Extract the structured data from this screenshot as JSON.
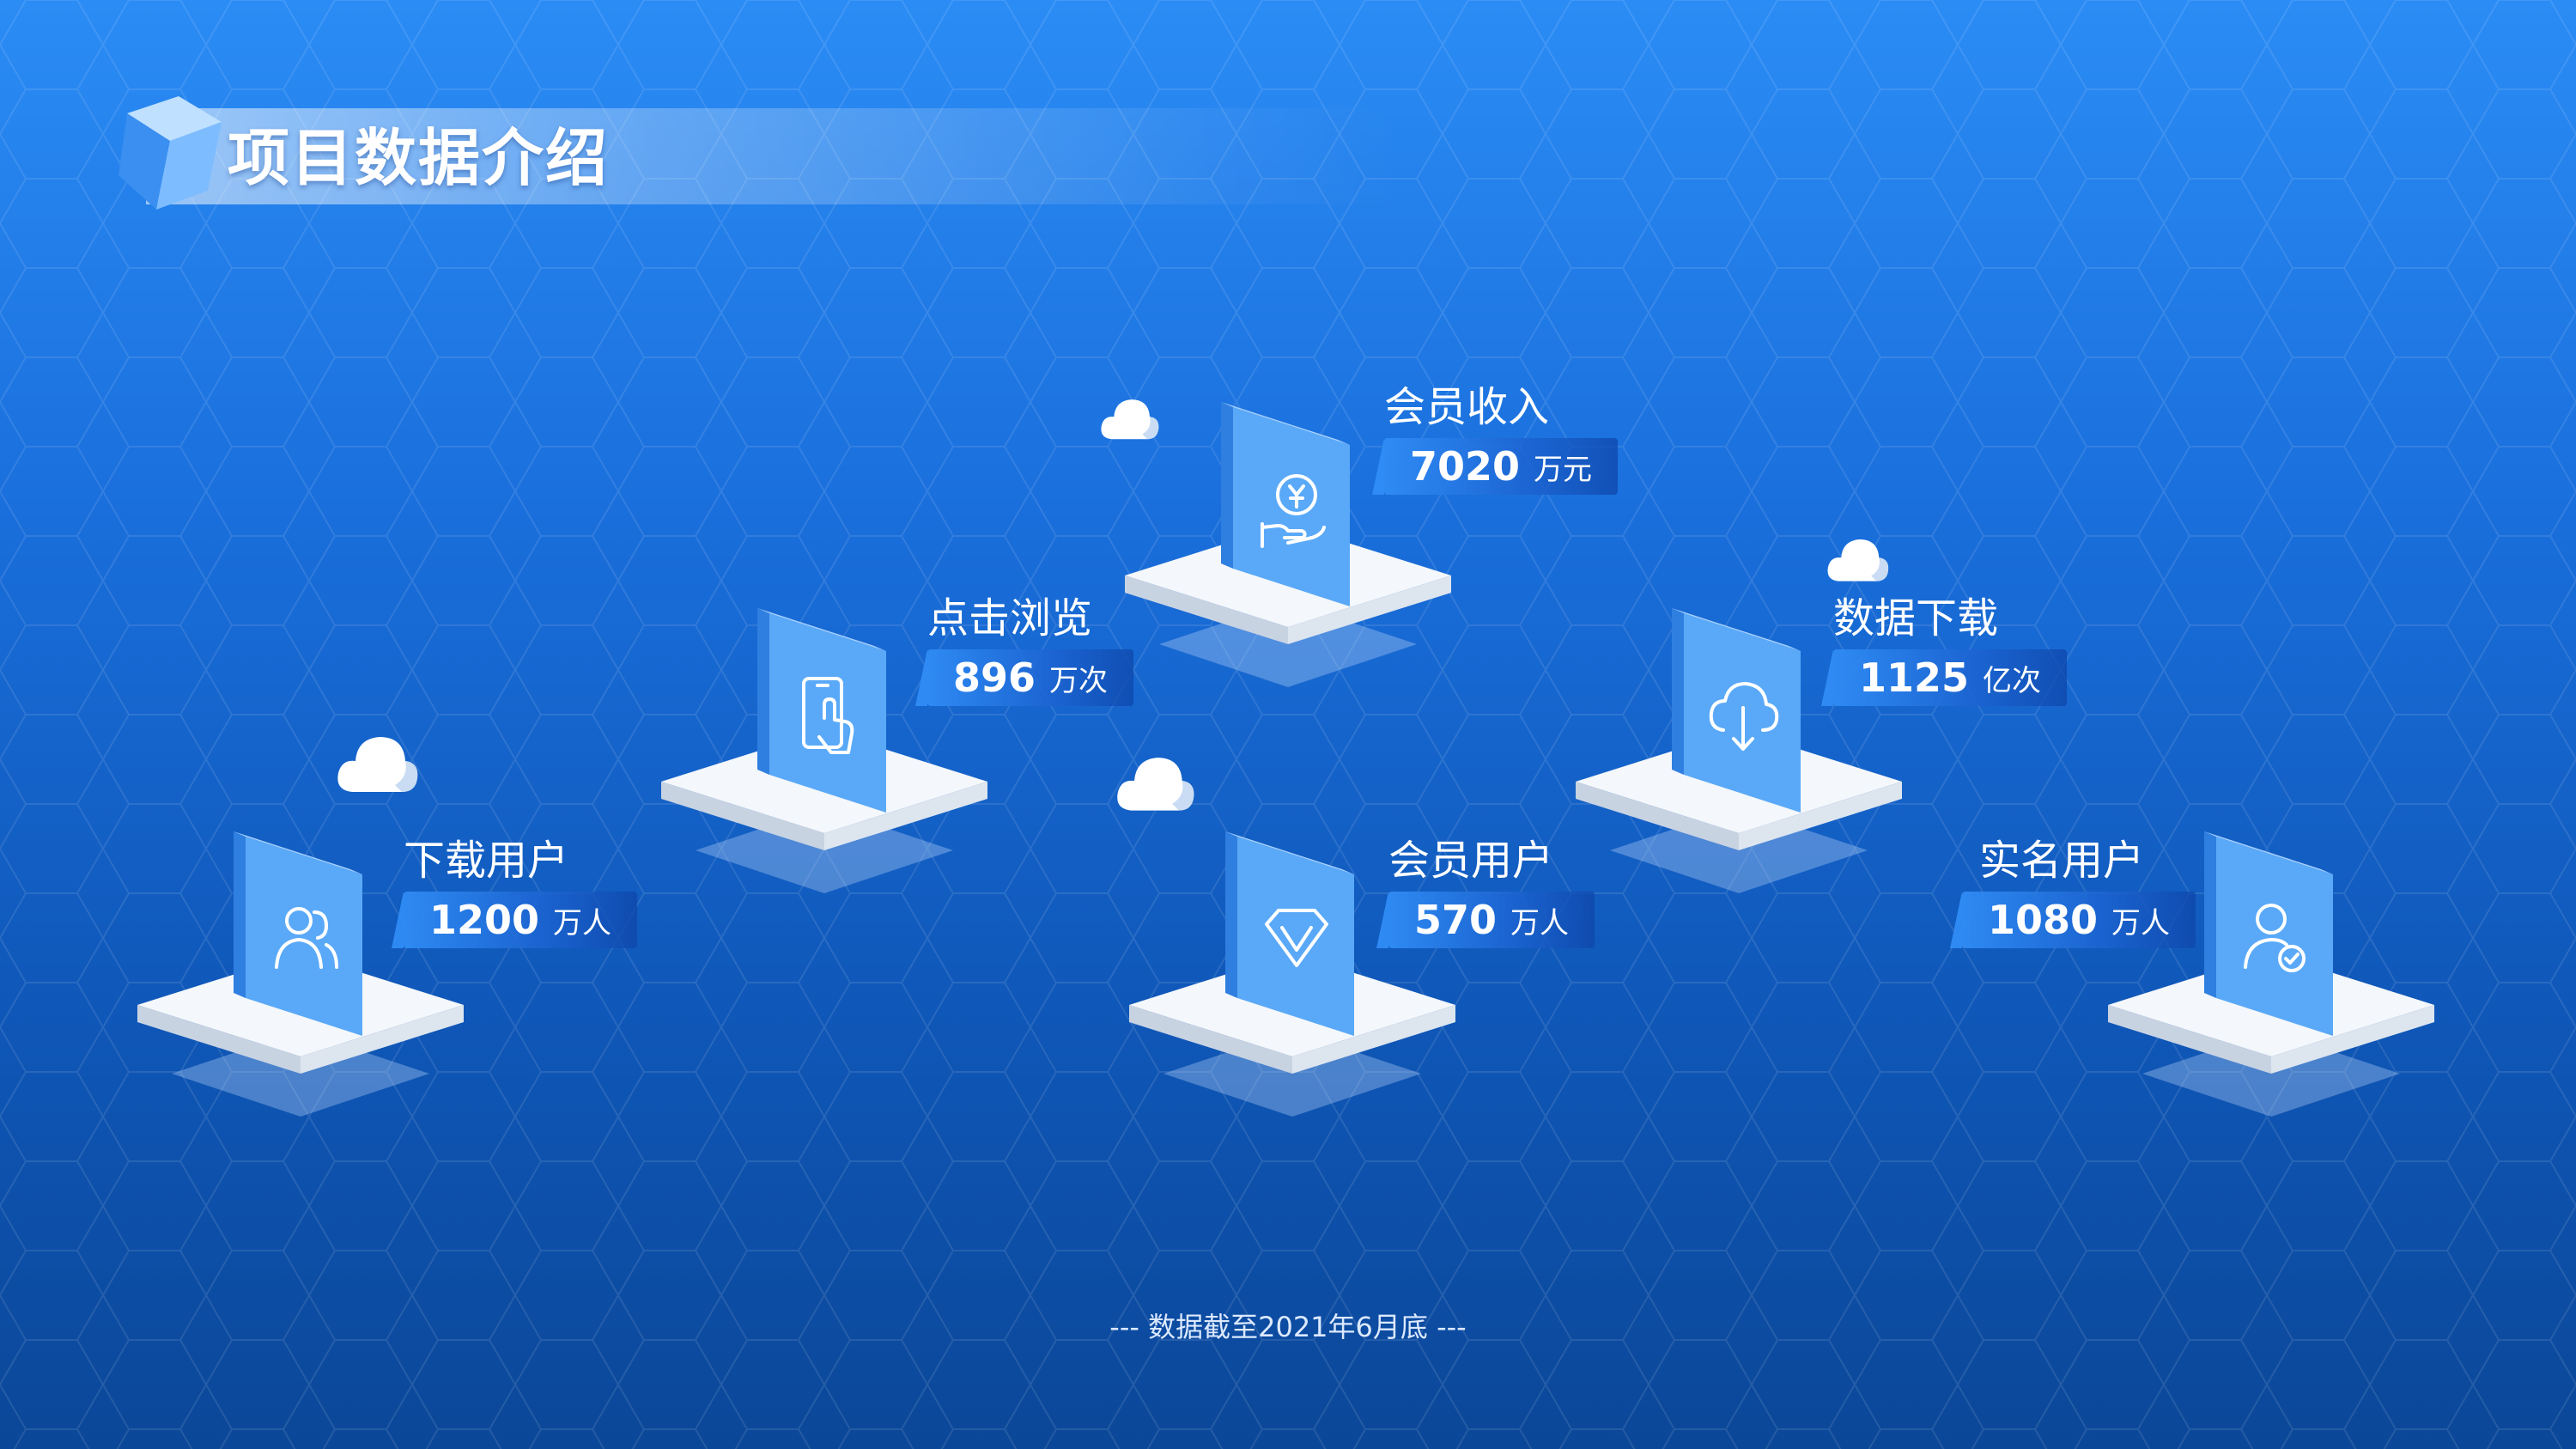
{
  "title": "项目数据介绍",
  "footer": "--- 数据截至2021年6月底 ---",
  "stats": [
    {
      "label": "下载用户",
      "value": "1200",
      "unit": "万人",
      "icon": "users-icon"
    },
    {
      "label": "点击浏览",
      "value": "896",
      "unit": "万次",
      "icon": "phone-tap-icon"
    },
    {
      "label": "会员收入",
      "value": "7020",
      "unit": "万元",
      "icon": "yen-hand-icon"
    },
    {
      "label": "会员用户",
      "value": "570",
      "unit": "万人",
      "icon": "diamond-v-icon"
    },
    {
      "label": "数据下载",
      "value": "1125",
      "unit": "亿次",
      "icon": "cloud-download-icon"
    },
    {
      "label": "实名用户",
      "value": "1080",
      "unit": "万人",
      "icon": "user-verified-icon"
    }
  ],
  "colors": {
    "accent": "#2b8cf5",
    "deep": "#0b4798",
    "card": "#4fa3f7",
    "base": "#f2f5fa"
  }
}
